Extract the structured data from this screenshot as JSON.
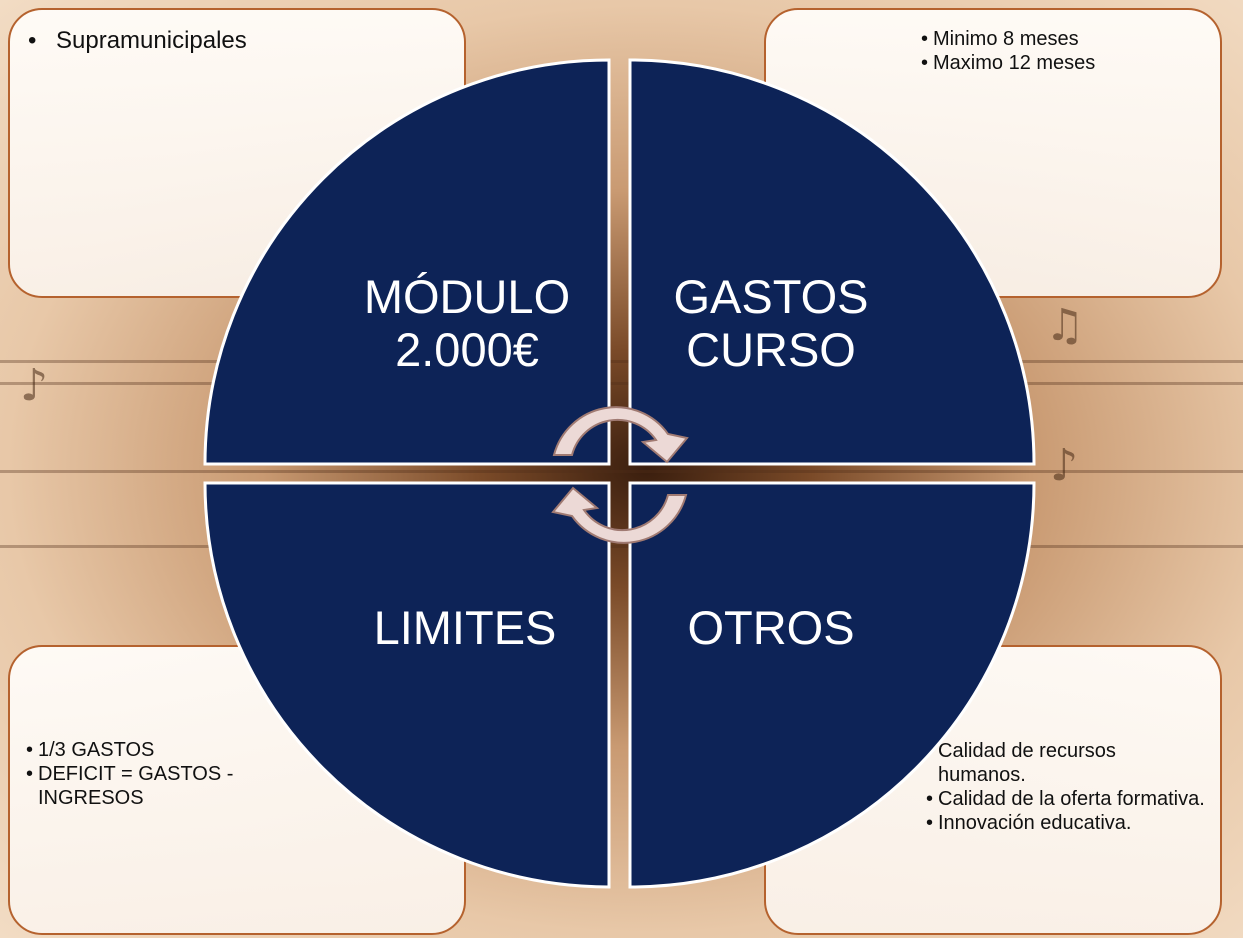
{
  "colors": {
    "quadrant_fill": "#0d2357",
    "quadrant_border": "#ffffff",
    "box_border": "#b5622e",
    "arrow_fill": "#ecd9d6",
    "arrow_stroke": "#a07a72"
  },
  "quadrants": {
    "top_left": {
      "line1": "MÓDULO",
      "line2": "2.000€"
    },
    "top_right": {
      "line1": "GASTOS",
      "line2": "CURSO"
    },
    "bottom_left": {
      "line1": "LIMITES"
    },
    "bottom_right": {
      "line1": "OTROS"
    }
  },
  "boxes": {
    "top_left": {
      "items": [
        "Supramunicipales"
      ]
    },
    "top_right": {
      "items": [
        "Minimo 8 meses",
        "Maximo 12 meses"
      ]
    },
    "bottom_left": {
      "items": [
        "1/3 GASTOS",
        "DEFICIT = GASTOS - INGRESOS"
      ]
    },
    "bottom_right": {
      "items": [
        "Calidad de recursos humanos.",
        "Calidad de la oferta formativa.",
        "Innovación educativa."
      ]
    }
  },
  "center_icon": "cycle-arrows-icon"
}
